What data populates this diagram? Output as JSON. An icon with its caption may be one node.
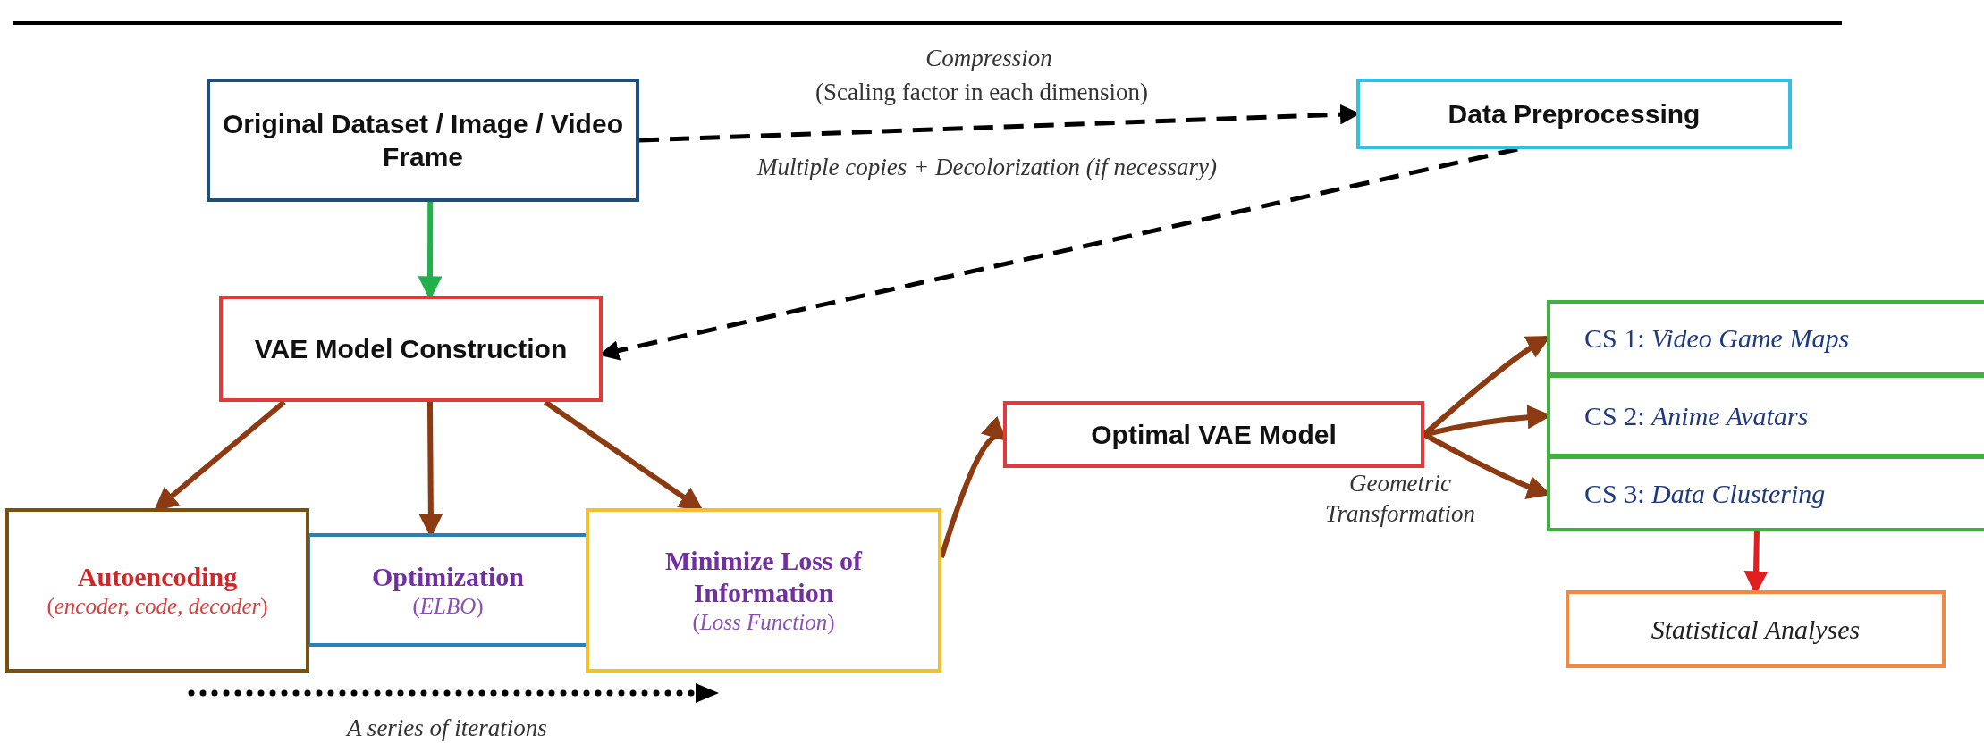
{
  "diagram": {
    "nodes": [
      {
        "text": [
          "Original Dataset / Image / Video Frame"
        ]
      },
      {
        "text": [
          "Data Preprocessing"
        ]
      },
      {
        "text": [
          "VAE Model Construction"
        ]
      },
      {
        "text": [
          "Autoencoding",
          "(*encoder, code, decoder*)"
        ]
      },
      {
        "text": [
          "Optimization",
          "(*ELBO*)"
        ]
      },
      {
        "text": [
          "Minimize Loss of Information",
          "(*Loss Function*)"
        ]
      },
      {
        "text": [
          "Optimal VAE Model"
        ]
      },
      {
        "text": [
          "CS 1: *Video Game Maps*"
        ]
      },
      {
        "text": [
          "CS 2: *Anime Avatars*"
        ]
      },
      {
        "text": [
          "CS 3: *Data Clustering*"
        ]
      },
      {
        "text": [
          "Statistical Analyses"
        ]
      }
    ],
    "edges": [
      {
        "from": 0,
        "to": 1,
        "arrow": "to",
        "style": "dashed",
        "color": "#000000",
        "label": "Compression"
      },
      {
        "from": 0,
        "to": 2,
        "arrow": "to",
        "color": "#22b04a"
      },
      {
        "from": 1,
        "to": 2,
        "arrow": "to",
        "style": "dashed",
        "color": "#000000"
      },
      {
        "from": 2,
        "to": 3,
        "arrow": "to"
      },
      {
        "from": 2,
        "to": 4,
        "arrow": "to"
      },
      {
        "from": 2,
        "to": 5,
        "arrow": "to"
      },
      {
        "from": 5,
        "to": 6,
        "arrow": "to"
      },
      {
        "from": 6,
        "to": 7,
        "arrow": "to"
      },
      {
        "from": 6,
        "to": 8,
        "arrow": "to"
      },
      {
        "from": 6,
        "to": 9,
        "arrow": "to"
      },
      {
        "from": 9,
        "to": 10,
        "arrow": "to",
        "color": "#e02020"
      }
    ],
    "labels": [
      "(Scaling factor in each dimension)",
      "Multiple copies + Decolorization (if necessary)",
      "Geometric Transformation",
      "A series of iterations"
    ]
  }
}
